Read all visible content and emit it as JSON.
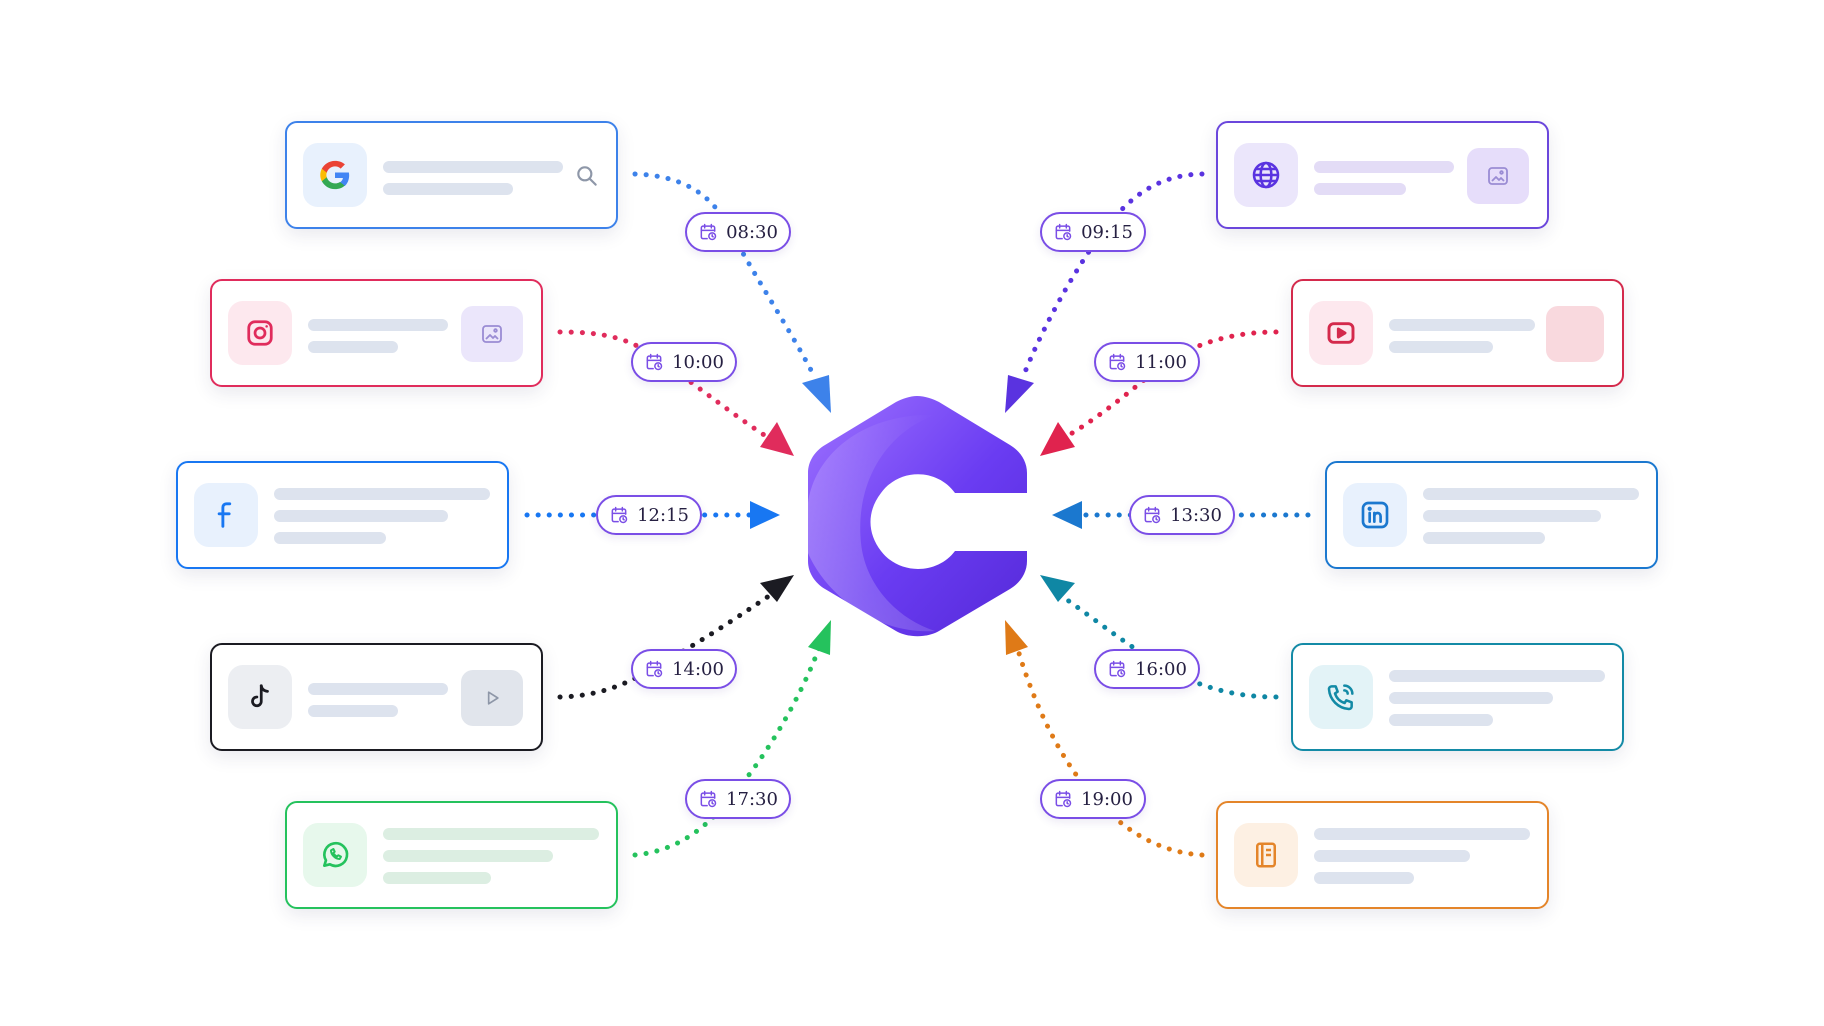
{
  "diagram": {
    "hub": {
      "name": "C",
      "gradient": [
        "#9e72ff",
        "#6a3cf2",
        "#5529d8"
      ]
    },
    "sources": [
      {
        "id": "google",
        "icon": "google-g-icon",
        "accent": "#3d82ea",
        "tile": "#e8f1fd",
        "bar": "#dde3ee",
        "extra": "search-icon",
        "time": "08:30",
        "arrow": "#3d82ea"
      },
      {
        "id": "instagram",
        "icon": "instagram-icon",
        "accent": "#e02c5c",
        "tile": "#fde8ee",
        "bar": "#dde3ee",
        "extra": "image-icon",
        "extra_bg": "#ebe6fb",
        "time": "10:00",
        "arrow": "#e02c5c"
      },
      {
        "id": "facebook",
        "icon": "facebook-icon",
        "accent": "#1877f2",
        "tile": "#e8f1fd",
        "bar": "#dde3ee",
        "extra": "",
        "time": "12:15",
        "arrow": "#1877f2"
      },
      {
        "id": "tiktok",
        "icon": "tiktok-icon",
        "accent": "#1b1b22",
        "tile": "#eceef2",
        "bar": "#dde3ee",
        "extra": "play-icon",
        "extra_bg": "#e1e5ec",
        "time": "14:00",
        "arrow": "#1b1b22"
      },
      {
        "id": "whatsapp",
        "icon": "whatsapp-icon",
        "accent": "#25c25d",
        "tile": "#e7f8ec",
        "bar": "#dceee2",
        "extra": "",
        "time": "17:30",
        "arrow": "#25c25d"
      },
      {
        "id": "website",
        "icon": "globe-icon",
        "accent": "#6b47dc",
        "tile": "#ebe6fb",
        "bar": "#e3dcf6",
        "extra": "image-icon",
        "extra_bg": "#e6ddfa",
        "time": "09:15",
        "arrow": "#5a33e0"
      },
      {
        "id": "youtube",
        "icon": "youtube-icon",
        "accent": "#d42a4c",
        "tile": "#fde8ee",
        "bar": "#dde3ee",
        "extra": "placeholder",
        "extra_bg": "#f9d9de",
        "time": "11:00",
        "arrow": "#e0234e"
      },
      {
        "id": "linkedin",
        "icon": "linkedin-icon",
        "accent": "#1b78cf",
        "tile": "#e8f1fd",
        "bar": "#dde3ee",
        "extra": "",
        "time": "13:30",
        "arrow": "#1b78cf"
      },
      {
        "id": "phone",
        "icon": "phone-call-icon",
        "accent": "#138aa6",
        "tile": "#e3f3f7",
        "bar": "#dde3ee",
        "extra": "",
        "time": "16:00",
        "arrow": "#0f87a4"
      },
      {
        "id": "notes",
        "icon": "notebook-icon",
        "accent": "#e4852a",
        "tile": "#fdf0e3",
        "bar": "#dde3ee",
        "extra": "",
        "time": "19:00",
        "arrow": "#df7a17"
      }
    ]
  }
}
